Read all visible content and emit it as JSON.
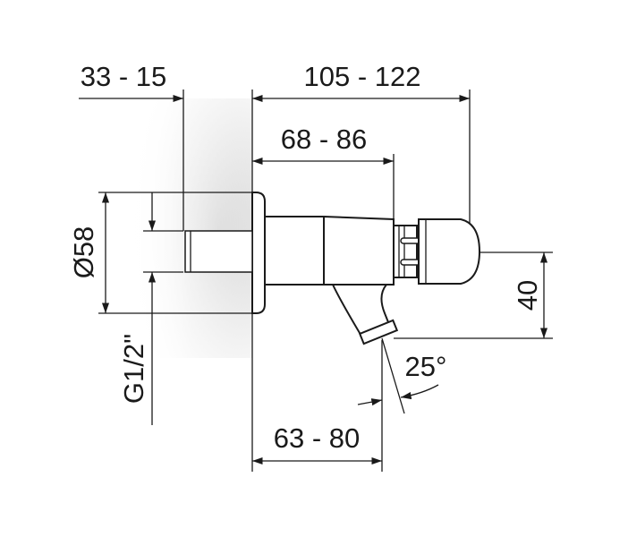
{
  "dimensions": {
    "wall_offset": "33 - 15",
    "total_length": "105 - 122",
    "body_length": "68 - 86",
    "spout_length": "63 - 80",
    "rosette_diameter": "Ø58",
    "thread": "G1/2\"",
    "height": "40",
    "angle": "25°"
  }
}
